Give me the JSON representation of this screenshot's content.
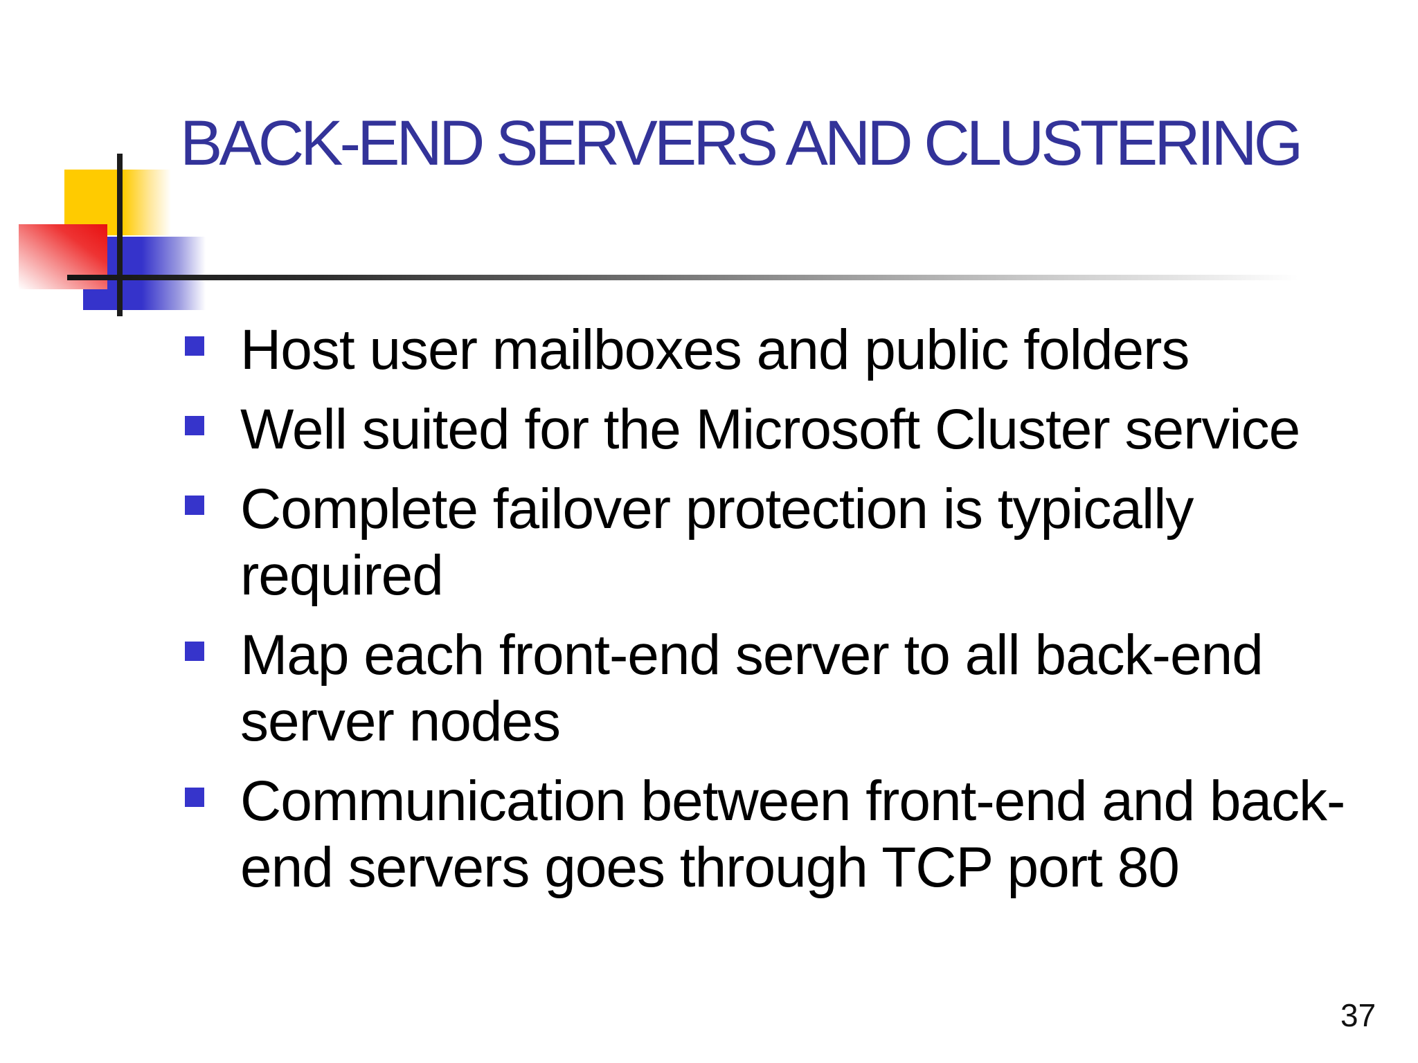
{
  "slide": {
    "title": "BACK-END SERVERS AND CLUSTERING",
    "bullets": [
      {
        "text": "Host user mailboxes and public folders",
        "lines": [
          "Host user mailboxes and public folders"
        ]
      },
      {
        "text": "Well suited for the Microsoft Cluster service",
        "lines": [
          "Well suited for the Microsoft Cluster service"
        ]
      },
      {
        "text": "Complete failover protection is typically required",
        "lines": [
          "Complete failover protection is typically",
          "required"
        ]
      },
      {
        "text": "Map each front-end server to all back-end server nodes",
        "lines": [
          "Map each front-end server to all back-end",
          "server nodes"
        ]
      },
      {
        "text": "Communication between front-end and back-end servers goes through TCP port 80",
        "lines": [
          "Communication between front-end and back-",
          "end servers goes through TCP port 80"
        ]
      }
    ],
    "page_number": "37",
    "colors": {
      "title_text": "#333399",
      "body_text": "#000000",
      "bullet_marker": "#3634cb",
      "accent_yellow": "#ffcb00",
      "accent_red": "#e81010",
      "accent_blue": "#3533cb",
      "rule_dark": "#1c1c1c"
    }
  }
}
